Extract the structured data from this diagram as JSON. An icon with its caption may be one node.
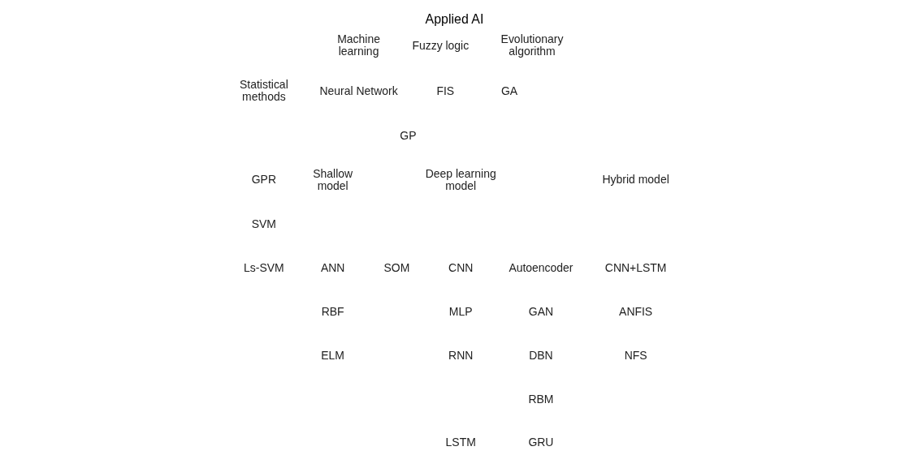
{
  "diagram": {
    "title": "Applied AI",
    "labels": [
      "Machine learning",
      "Fuzzy logic",
      "Evolutionary algorithm",
      "Statistical methods",
      "Neural Network",
      "FIS",
      "GA",
      "GP",
      "GPR",
      "Shallow model",
      "Deep learning model",
      "Hybrid model",
      "SVM",
      "Ls-SVM",
      "ANN",
      "SOM",
      "CNN",
      "Autoencoder",
      "CNN+LSTM",
      "RBF",
      "MLP",
      "GAN",
      "ANFIS",
      "ELM",
      "RNN",
      "DBN",
      "NFS",
      "RBM",
      "LSTM",
      "GRU"
    ]
  }
}
